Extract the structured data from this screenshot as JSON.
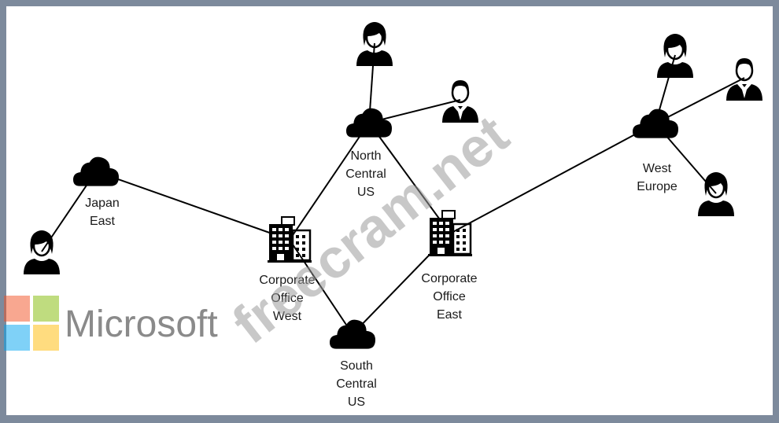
{
  "nodes": [
    {
      "id": "japan-east",
      "kind": "cloud",
      "label": [
        "Japan",
        "East"
      ]
    },
    {
      "id": "north-central-us",
      "kind": "cloud",
      "label": [
        "North",
        "Central",
        "US"
      ]
    },
    {
      "id": "south-central-us",
      "kind": "cloud",
      "label": [
        "South",
        "Central",
        "US"
      ]
    },
    {
      "id": "west-europe",
      "kind": "cloud",
      "label": [
        "West",
        "Europe"
      ]
    },
    {
      "id": "corporate-office-west",
      "kind": "building",
      "label": [
        "Corporate",
        "Office",
        "West"
      ]
    },
    {
      "id": "corporate-office-east",
      "kind": "building",
      "label": [
        "Corporate",
        "Office",
        "East"
      ]
    },
    {
      "id": "user-japan",
      "kind": "user-female",
      "label": []
    },
    {
      "id": "user-nc-top",
      "kind": "user-female",
      "label": []
    },
    {
      "id": "user-nc-right",
      "kind": "user-male",
      "label": []
    },
    {
      "id": "user-we-top",
      "kind": "user-female",
      "label": []
    },
    {
      "id": "user-we-right",
      "kind": "user-male",
      "label": []
    },
    {
      "id": "user-we-bottom",
      "kind": "user-female",
      "label": []
    }
  ],
  "edges": [
    [
      "user-japan",
      "japan-east"
    ],
    [
      "japan-east",
      "corporate-office-west"
    ],
    [
      "corporate-office-west",
      "north-central-us"
    ],
    [
      "corporate-office-west",
      "south-central-us"
    ],
    [
      "north-central-us",
      "user-nc-top"
    ],
    [
      "north-central-us",
      "user-nc-right"
    ],
    [
      "north-central-us",
      "corporate-office-east"
    ],
    [
      "south-central-us",
      "corporate-office-east"
    ],
    [
      "corporate-office-east",
      "west-europe"
    ],
    [
      "west-europe",
      "user-we-top"
    ],
    [
      "west-europe",
      "user-we-right"
    ],
    [
      "west-europe",
      "user-we-bottom"
    ]
  ],
  "logo": {
    "text": "Microsoft",
    "colors": {
      "red": "#f25022",
      "green": "#7fba00",
      "blue": "#00a4ef",
      "yellow": "#ffb900"
    }
  },
  "watermark": {
    "text": "freecram.net"
  },
  "colors": {
    "line": "#000000",
    "icon": "#000000",
    "frame": "#7d8a9c",
    "background": "#ffffff"
  }
}
